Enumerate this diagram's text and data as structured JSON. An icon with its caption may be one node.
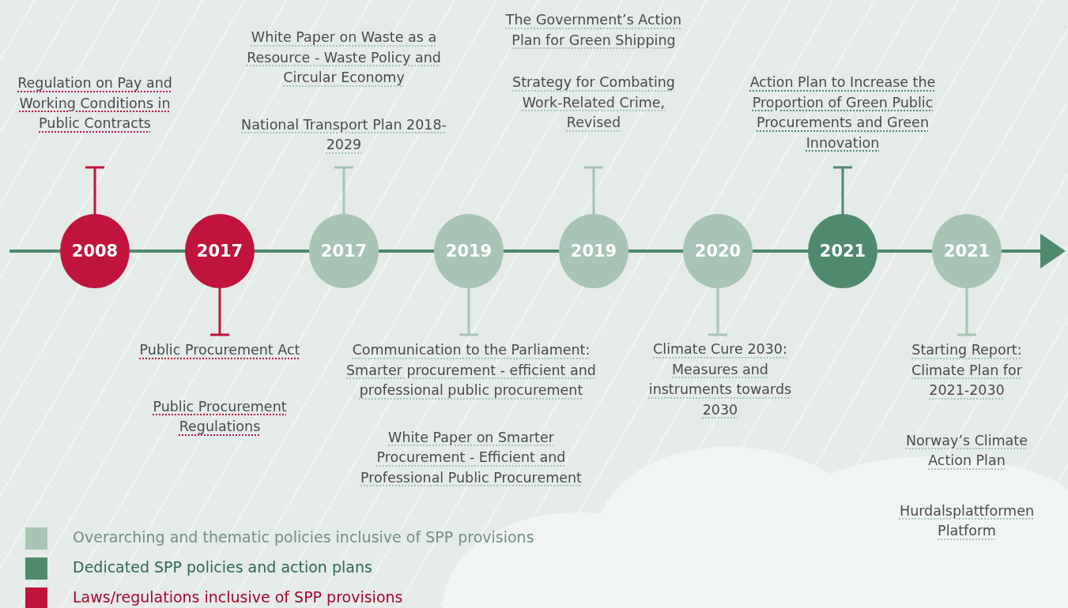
{
  "diagram": {
    "nodes": [
      {
        "text": [
          "2008"
        ]
      },
      {
        "text": [
          "2017"
        ]
      },
      {
        "text": [
          "2017"
        ]
      },
      {
        "text": [
          "2019"
        ]
      },
      {
        "text": [
          "2019"
        ]
      },
      {
        "text": [
          "2020"
        ]
      },
      {
        "text": [
          "2021"
        ]
      },
      {
        "text": [
          "2021"
        ]
      },
      {
        "text": [
          "Regulation on Pay and Working Conditions in Public Contracts"
        ]
      },
      {
        "text": [
          "Public Procurement Act",
          "Public Procurement Regulations"
        ]
      },
      {
        "text": [
          "White Paper on Waste as a Resource - Waste Policy and Circular Economy",
          "National Transport Plan 2018-2029"
        ]
      },
      {
        "text": [
          "Communication to the Parliament: Smarter procurement - efficient and professional public procurement",
          "White Paper on Smarter Procurement - Efficient and Professional Public Procurement"
        ]
      },
      {
        "text": [
          "The Government’s Action Plan for Green Shipping",
          "Strategy for Combating Work-Related Crime, Revised"
        ]
      },
      {
        "text": [
          "Climate Cure 2030: Measures and instruments towards 2030"
        ]
      },
      {
        "text": [
          "Action Plan to Increase the Proportion of Green Public Procurements and Green Innovation"
        ]
      },
      {
        "text": [
          "Starting Report: Climate Plan for 2021-2030",
          "Norway’s Climate Action Plan",
          "Hurdalsplattformen Platform"
        ]
      }
    ],
    "edges": [
      {
        "from": null,
        "to": 0,
        "arrow": "none"
      },
      {
        "from": 0,
        "to": 1,
        "arrow": "none"
      },
      {
        "from": 1,
        "to": 2,
        "arrow": "none"
      },
      {
        "from": 2,
        "to": 3,
        "arrow": "none"
      },
      {
        "from": 3,
        "to": 4,
        "arrow": "none"
      },
      {
        "from": 4,
        "to": 5,
        "arrow": "none"
      },
      {
        "from": 5,
        "to": 6,
        "arrow": "none"
      },
      {
        "from": 6,
        "to": 7,
        "arrow": "none"
      },
      {
        "from": 7,
        "to": null,
        "arrow": "to"
      },
      {
        "from": 0,
        "to": 8,
        "arrow": "other",
        "color": "#c0143c"
      },
      {
        "from": 1,
        "to": 9,
        "arrow": "other",
        "color": "#c0143c"
      },
      {
        "from": 2,
        "to": 10,
        "arrow": "other",
        "color": "#a8c4b4"
      },
      {
        "from": 3,
        "to": 11,
        "arrow": "other",
        "color": "#a8c4b4"
      },
      {
        "from": 4,
        "to": 12,
        "arrow": "other",
        "color": "#a8c4b4"
      },
      {
        "from": 5,
        "to": 13,
        "arrow": "other",
        "color": "#a8c4b4"
      },
      {
        "from": 6,
        "to": 14,
        "arrow": "other"
      },
      {
        "from": 7,
        "to": 15,
        "arrow": "other",
        "color": "#a8c4b4"
      }
    ],
    "legend": [
      {
        "text": "Overarching and thematic policies inclusive of SPP provisions",
        "color": "#a8c4b4"
      },
      {
        "text": "Dedicated SPP policies and action plans",
        "color": "#4f8a6e"
      },
      {
        "text": "Laws/regulations inclusive of SPP provisions",
        "color": "#c0143c"
      }
    ]
  }
}
